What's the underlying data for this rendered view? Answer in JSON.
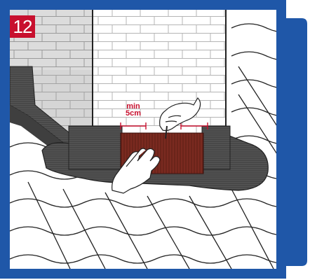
{
  "step": {
    "number": "12"
  },
  "dimension": {
    "line1": "min",
    "line2": "5cm"
  },
  "colors": {
    "frame": "#1f57a8",
    "badge": "#c8102e",
    "membrane": "#4d4d4d",
    "tape": "#7a2a20",
    "brick": "#d9d9d9",
    "chimney": "#ffffff"
  },
  "icons": {
    "hand_pressing": "hand-icon",
    "hand_marking": "hand-with-pencil-icon",
    "dimension_arrow": "dimension-arrow-icon"
  }
}
